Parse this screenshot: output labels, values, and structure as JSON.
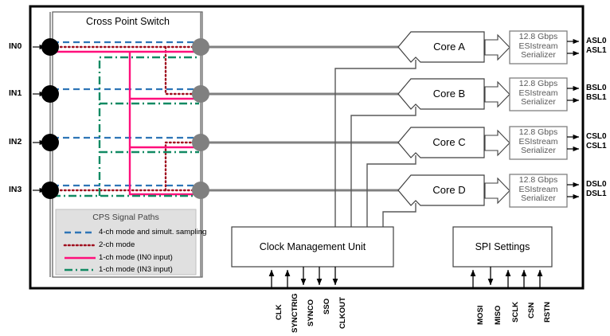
{
  "diagram": {
    "cps": {
      "title": "Cross Point Switch",
      "inputs": [
        "IN0",
        "IN1",
        "IN2",
        "IN3"
      ],
      "legend": {
        "title": "CPS Signal Paths",
        "items": [
          {
            "label": "4-ch mode and simult. sampling",
            "color": "#2E75B6",
            "style": "dashed"
          },
          {
            "label": "2-ch mode",
            "color": "#A00E1E",
            "style": "dotted"
          },
          {
            "label": "1-ch mode (IN0 input)",
            "color": "#FF0F7B",
            "style": "solid"
          },
          {
            "label": "1-ch mode (IN3 input)",
            "color": "#128A63",
            "style": "dashdot"
          }
        ]
      }
    },
    "cores": [
      {
        "name": "Core A",
        "serializer": [
          "12.8 Gbps",
          "ESIstream",
          "Serializer"
        ],
        "outputs": [
          "ASL0",
          "ASL1"
        ]
      },
      {
        "name": "Core B",
        "serializer": [
          "12.8 Gbps",
          "ESIstream",
          "Serializer"
        ],
        "outputs": [
          "BSL0",
          "BSL1"
        ]
      },
      {
        "name": "Core C",
        "serializer": [
          "12.8 Gbps",
          "ESIstream",
          "Serializer"
        ],
        "outputs": [
          "CSL0",
          "CSL1"
        ]
      },
      {
        "name": "Core D",
        "serializer": [
          "12.8 Gbps",
          "ESIstream",
          "Serializer"
        ],
        "outputs": [
          "DSL0",
          "DSL1"
        ]
      }
    ],
    "cmu": {
      "title": "Clock Management Unit",
      "pins": [
        {
          "name": "CLK",
          "dir": "in"
        },
        {
          "name": "SYNCTRIG",
          "dir": "in"
        },
        {
          "name": "SYNCO",
          "dir": "out"
        },
        {
          "name": "SSO",
          "dir": "out"
        },
        {
          "name": "CLKOUT",
          "dir": "out"
        }
      ]
    },
    "spi": {
      "title": "SPI Settings",
      "pins": [
        {
          "name": "MOSI",
          "dir": "in"
        },
        {
          "name": "MISO",
          "dir": "out"
        },
        {
          "name": "SCLK",
          "dir": "in"
        },
        {
          "name": "CSN",
          "dir": "in"
        },
        {
          "name": "RSTN",
          "dir": "in"
        }
      ]
    },
    "colors": {
      "frame": "#000000",
      "bus": "#808080",
      "box_stroke": "#3f3f3f",
      "input_node": "#000000",
      "output_node": "#808080",
      "legend_bg": "#e0e0e0",
      "blue": "#2E75B6",
      "red": "#A00E1E",
      "pink": "#FF0F7B",
      "green": "#128A63"
    }
  }
}
